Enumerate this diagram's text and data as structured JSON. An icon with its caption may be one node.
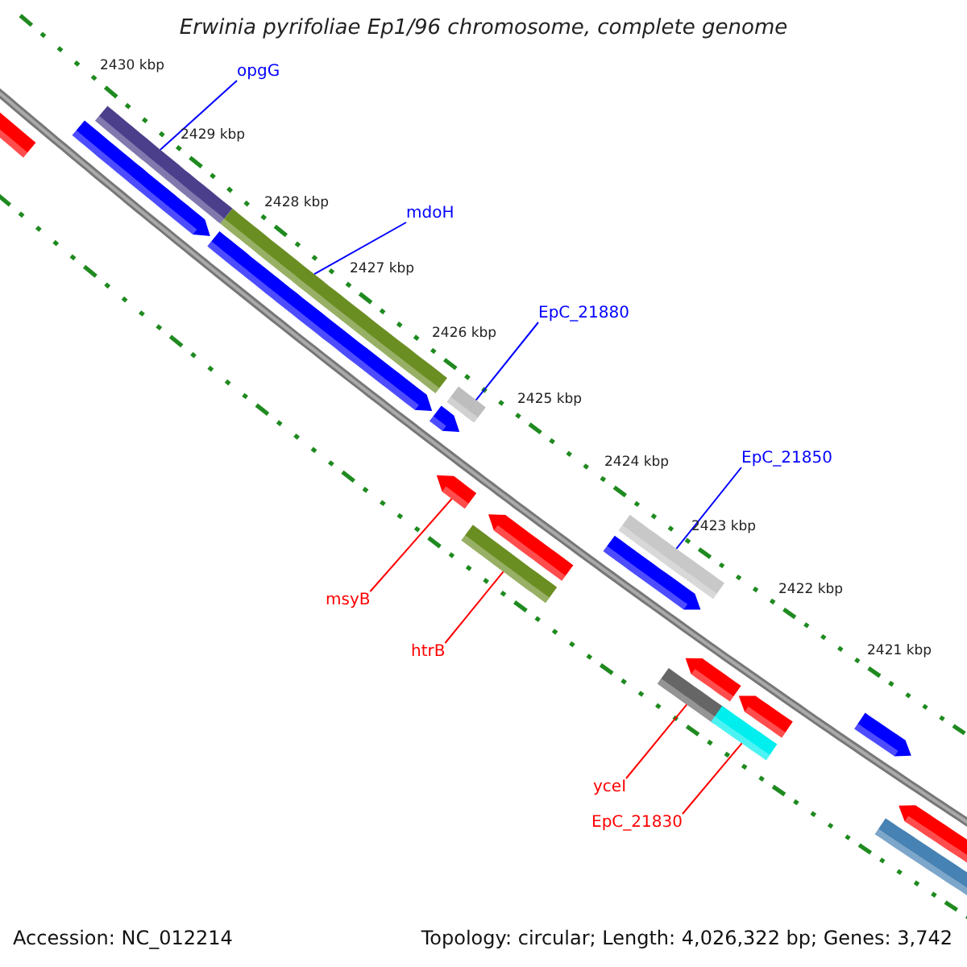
{
  "diagram": {
    "title": "Erwinia pyrifoliae Ep1/96 chromosome, complete genome",
    "nodes": [
      {
        "text": [
          "opgG"
        ]
      },
      {
        "text": [],
        "shape": "bar"
      },
      {
        "text": [
          "mdoH"
        ]
      },
      {
        "text": [],
        "shape": "bar"
      },
      {
        "text": [
          "EpC_21880"
        ]
      },
      {
        "text": [],
        "shape": "bar"
      },
      {
        "text": [
          "EpC_21850"
        ]
      },
      {
        "text": [],
        "shape": "bar"
      },
      {
        "text": [
          "msyB"
        ]
      },
      {
        "text": [],
        "shape": "bar"
      },
      {
        "text": [
          "htrB"
        ]
      },
      {
        "text": [],
        "shape": "bar"
      },
      {
        "text": [
          "yceI"
        ]
      },
      {
        "text": [],
        "shape": "bar"
      },
      {
        "text": [
          "EpC_21830"
        ]
      },
      {
        "text": [],
        "shape": "bar"
      }
    ],
    "edges": [
      {
        "from": 0,
        "to": 1,
        "arrow": "none"
      },
      {
        "from": 2,
        "to": 3,
        "arrow": "none"
      },
      {
        "from": 4,
        "to": 5,
        "arrow": "none"
      },
      {
        "from": 6,
        "to": 7,
        "arrow": "none"
      },
      {
        "from": 8,
        "to": 9,
        "arrow": "none",
        "color": "#ff0000"
      },
      {
        "from": 10,
        "to": 11,
        "arrow": "none",
        "color": "#ff0000"
      },
      {
        "from": 12,
        "to": 13,
        "arrow": "none",
        "color": "#ff0000"
      },
      {
        "from": 14,
        "to": 15,
        "arrow": "none",
        "color": "#ff0000"
      }
    ],
    "labels": [
      "2430 kbp",
      "2429 kbp",
      "2428 kbp",
      "2427 kbp",
      "2426 kbp",
      "2425 kbp",
      "2424 kbp",
      "2423 kbp",
      "2422 kbp",
      "2421 kbp",
      "Accession: NC_012214",
      "Topology: circular; Length: 4,026,322 bp; Genes: 3,742"
    ]
  }
}
